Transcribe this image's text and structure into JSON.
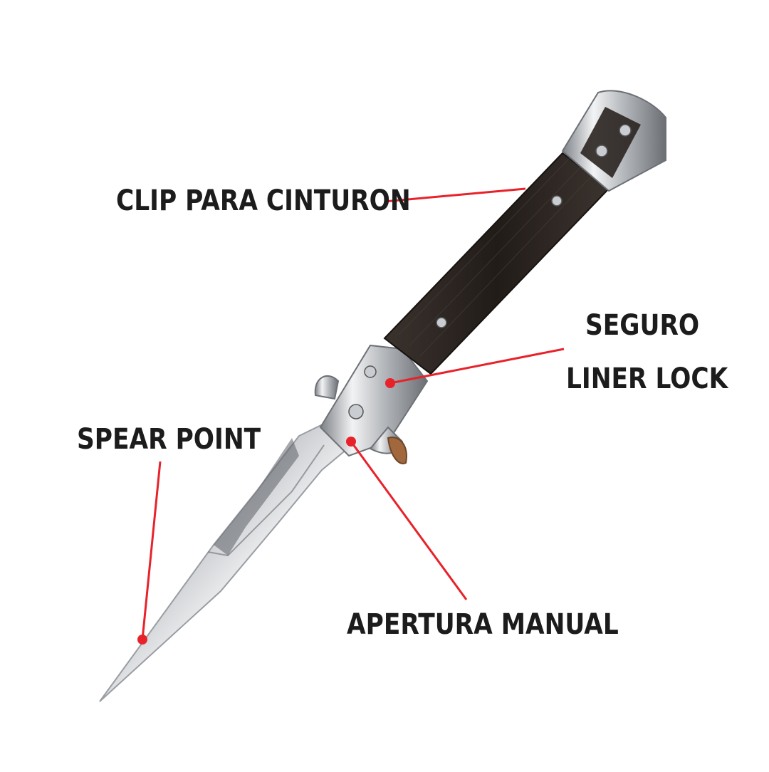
{
  "labels": {
    "clip": "CLIP PARA CINTURON",
    "spear": "SPEAR POINT",
    "seguro_line1": "SEGURO",
    "seguro_line2": "LINER LOCK",
    "apertura": "APERTURA MANUAL"
  },
  "colors": {
    "callout": "#e8222a",
    "label_text": "#1c1c1c",
    "handle_wood": "#2b2420",
    "steel": "#c9ccd0",
    "background": "#ffffff"
  }
}
